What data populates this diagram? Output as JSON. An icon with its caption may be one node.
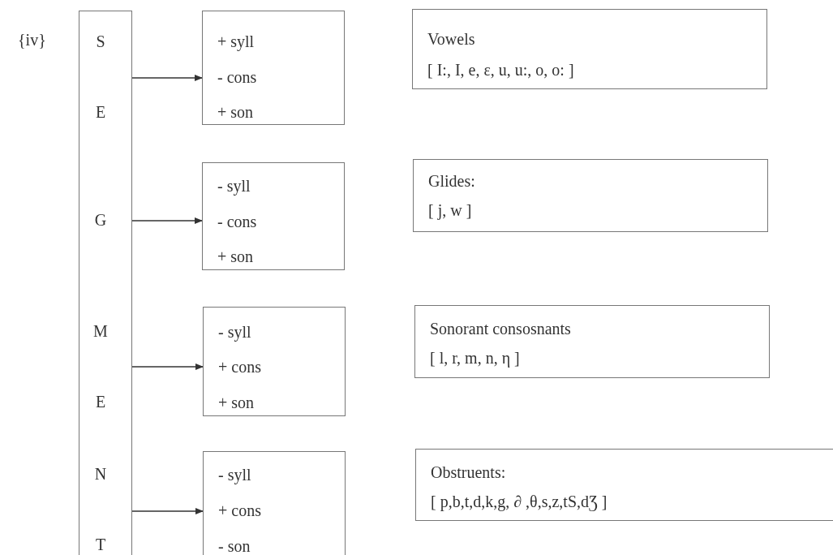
{
  "diagram": {
    "nodes": [
      {
        "text": [
          "S",
          "E",
          "G",
          "M",
          "E",
          "N",
          "T"
        ]
      },
      {
        "text": [
          "+ syll",
          "- cons",
          "+ son"
        ]
      },
      {
        "text": [
          "Vowels",
          "[ I:, I, e, ε, u, u:, o, o: ]"
        ]
      },
      {
        "text": [
          "- syll",
          "- cons",
          "+ son"
        ]
      },
      {
        "text": [
          "Glides:",
          "[ j, w ]"
        ]
      },
      {
        "text": [
          "- syll",
          "+ cons",
          "+ son"
        ]
      },
      {
        "text": [
          "Sonorant consosnants",
          "[ l, r, m, n, η ]"
        ]
      },
      {
        "text": [
          "- syll",
          "+ cons",
          "- son"
        ]
      },
      {
        "text": [
          "Obstruents:",
          "[ p,b,t,d,k,g, ∂ ,θ,s,z,tS,dƷ ]"
        ]
      }
    ],
    "edges": [
      {
        "from": 0,
        "to": 1,
        "arrow": "to"
      },
      {
        "from": 0,
        "to": 3,
        "arrow": "to"
      },
      {
        "from": 0,
        "to": 5,
        "arrow": "to"
      },
      {
        "from": 0,
        "to": 7,
        "arrow": "to"
      }
    ],
    "labels": [
      "{iv}"
    ]
  }
}
